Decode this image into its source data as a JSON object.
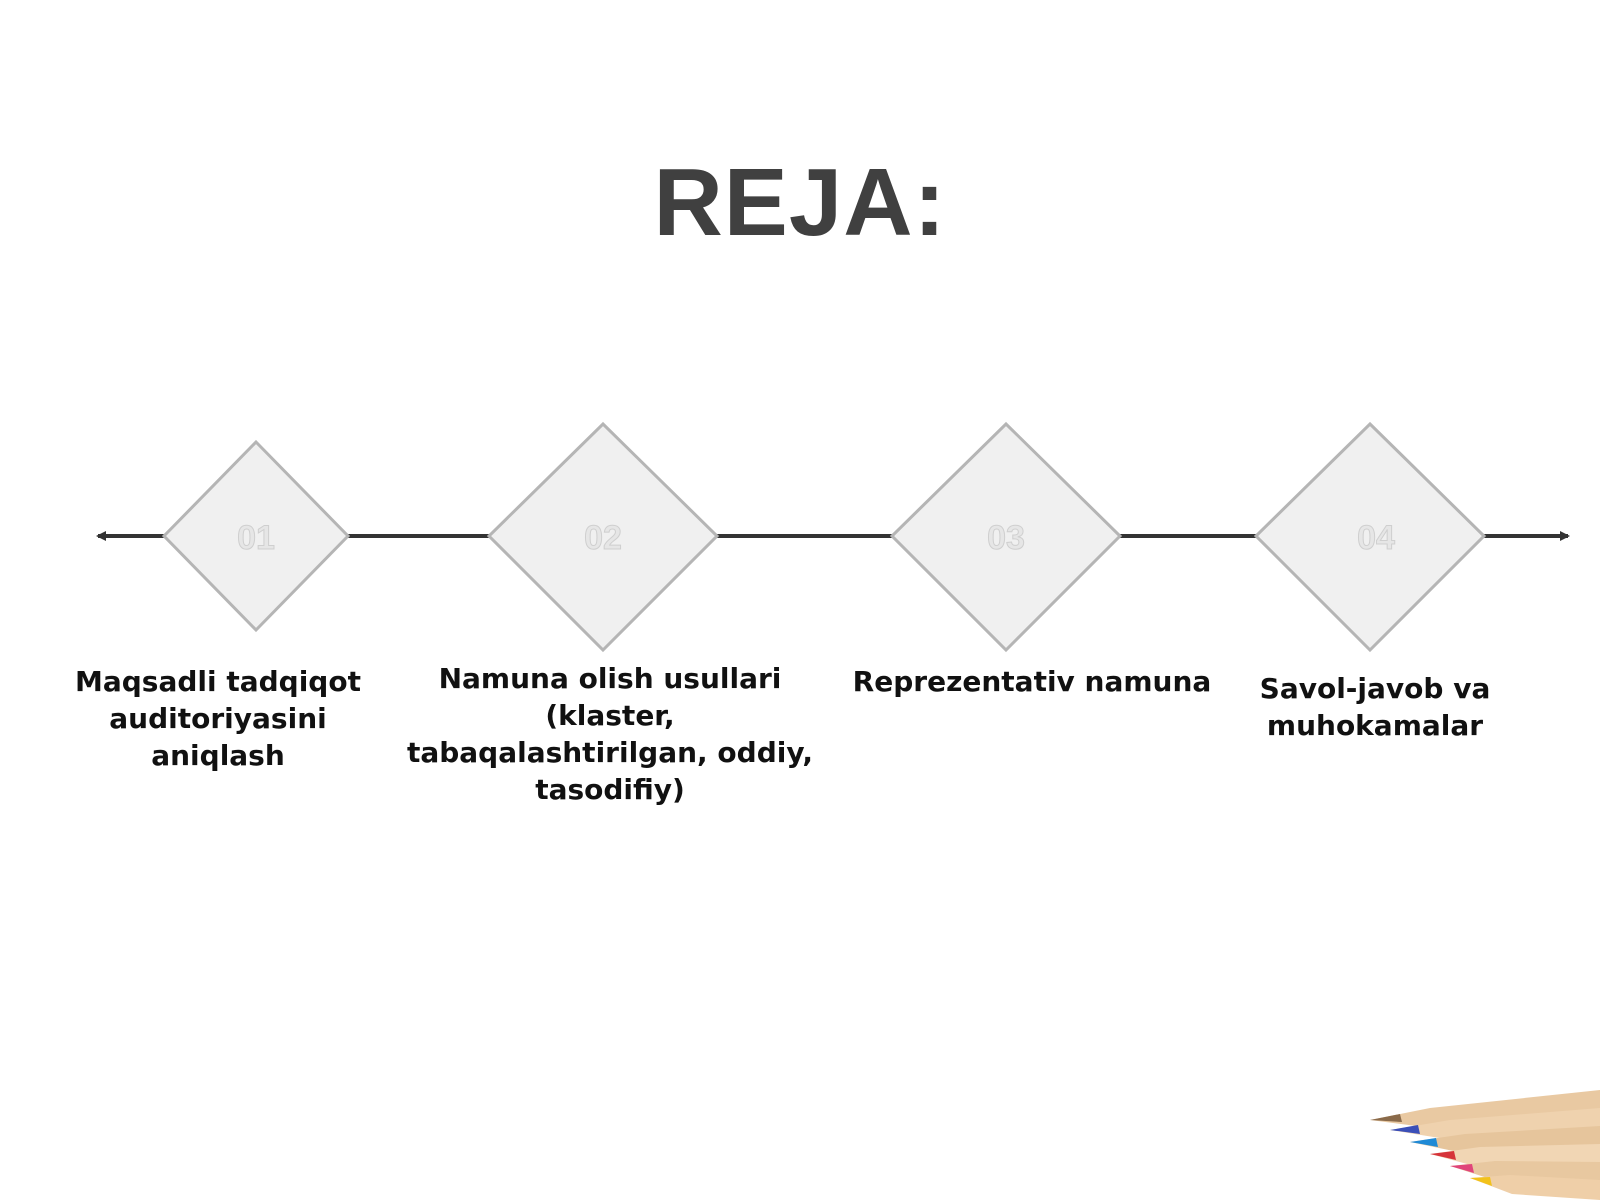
{
  "title": "REJA:",
  "steps": [
    {
      "number": "01",
      "label": "Maqsadli tadqiqot auditoriyasini aniqlash"
    },
    {
      "number": "02",
      "label": "Namuna olish usullari (klaster, tabaqalashtirilgan, oddiy, tasodifiy)"
    },
    {
      "number": "03",
      "label": "Reprezentativ namuna"
    },
    {
      "number": "04",
      "label": "Savol-javob va muhokamalar"
    }
  ],
  "colors": {
    "title": "#404040",
    "line": "#333333",
    "diamond_fill": "#f0f0f0",
    "diamond_stroke": "#b5b5b5"
  },
  "decoration": "colored-pencils-image"
}
